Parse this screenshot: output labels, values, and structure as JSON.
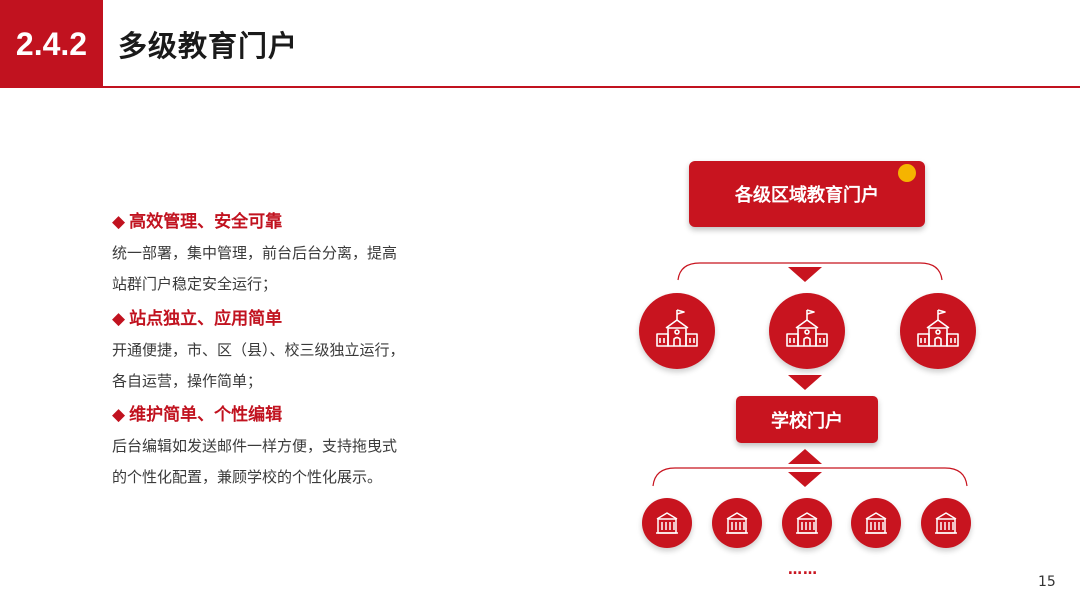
{
  "header": {
    "section_number": "2.4.2",
    "title": "多级教育门户"
  },
  "features": [
    {
      "title": "高效管理、安全可靠",
      "desc_lines": [
        "统一部署，集中管理，前台后台分离，提高",
        "站群门户稳定安全运行；"
      ]
    },
    {
      "title": "站点独立、应用简单",
      "desc_lines": [
        "开通便捷，市、区（县）、校三级独立运行，",
        "各自运营，操作简单；"
      ]
    },
    {
      "title": "维护简单、个性编辑",
      "desc_lines": [
        "后台编辑如发送邮件一样方便，支持拖曳式",
        "的个性化配置，兼顾学校的个性化展示。"
      ]
    }
  ],
  "bullet_glyph": "◆",
  "diagram": {
    "top_label": "各级区域教育门户",
    "mid_label": "学校门户",
    "ellipsis": "……",
    "big_node_icon": "school-with-flag-icon",
    "small_node_icon": "building-icon"
  },
  "colors": {
    "brand_red": "#c8141f",
    "accent_yellow": "#f5b400"
  },
  "page_number": "15"
}
